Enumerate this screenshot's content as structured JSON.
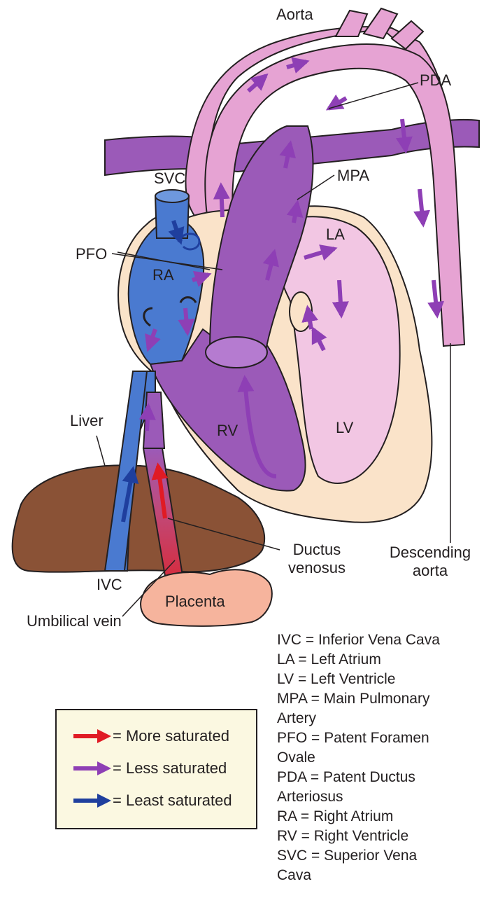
{
  "colors": {
    "aorta_pink": "#e6a3d3",
    "purple": "#9b5ab8",
    "blue": "#4a7ad0",
    "red": "#d62a3a",
    "heart_cream": "#fae3c9",
    "liver_brown": "#8a5236",
    "placenta": "#f6b49d",
    "legend_bg": "#fbf8e1",
    "arrow_red": "#e01b24",
    "arrow_purple": "#8e3fb5",
    "arrow_blue": "#1f3f9e"
  },
  "labels": {
    "aorta": "Aorta",
    "pda": "PDA",
    "mpa": "MPA",
    "svc": "SVC",
    "pfo": "PFO",
    "ra": "RA",
    "la": "LA",
    "rv": "RV",
    "lv": "LV",
    "liver": "Liver",
    "ivc": "IVC",
    "ductus_venosus": [
      "Ductus",
      "venosus"
    ],
    "descending_aorta": [
      "Descending",
      "aorta"
    ],
    "placenta": "Placenta",
    "umbilical_vein": "Umbilical vein"
  },
  "legend": [
    {
      "label": "= More saturated",
      "arrow_color": "#e01b24"
    },
    {
      "label": "= Less saturated",
      "arrow_color": "#8e3fb5"
    },
    {
      "label": "= Least saturated",
      "arrow_color": "#1f3f9e"
    }
  ],
  "abbreviations": [
    {
      "line": "IVC = Inferior Vena Cava"
    },
    {
      "line": "LA = Left Atrium"
    },
    {
      "line": "LV = Left Ventricle"
    },
    {
      "line": "MPA = Main Pulmonary",
      "cont": "Artery"
    },
    {
      "line": "PFO = Patent Foramen",
      "cont": "Ovale"
    },
    {
      "line": "PDA = Patent Ductus",
      "cont": "Arteriosus"
    },
    {
      "line": "RA = Right Atrium"
    },
    {
      "line": "RV = Right Ventricle"
    },
    {
      "line": "SVC = Superior Vena",
      "cont": "Cava"
    }
  ]
}
